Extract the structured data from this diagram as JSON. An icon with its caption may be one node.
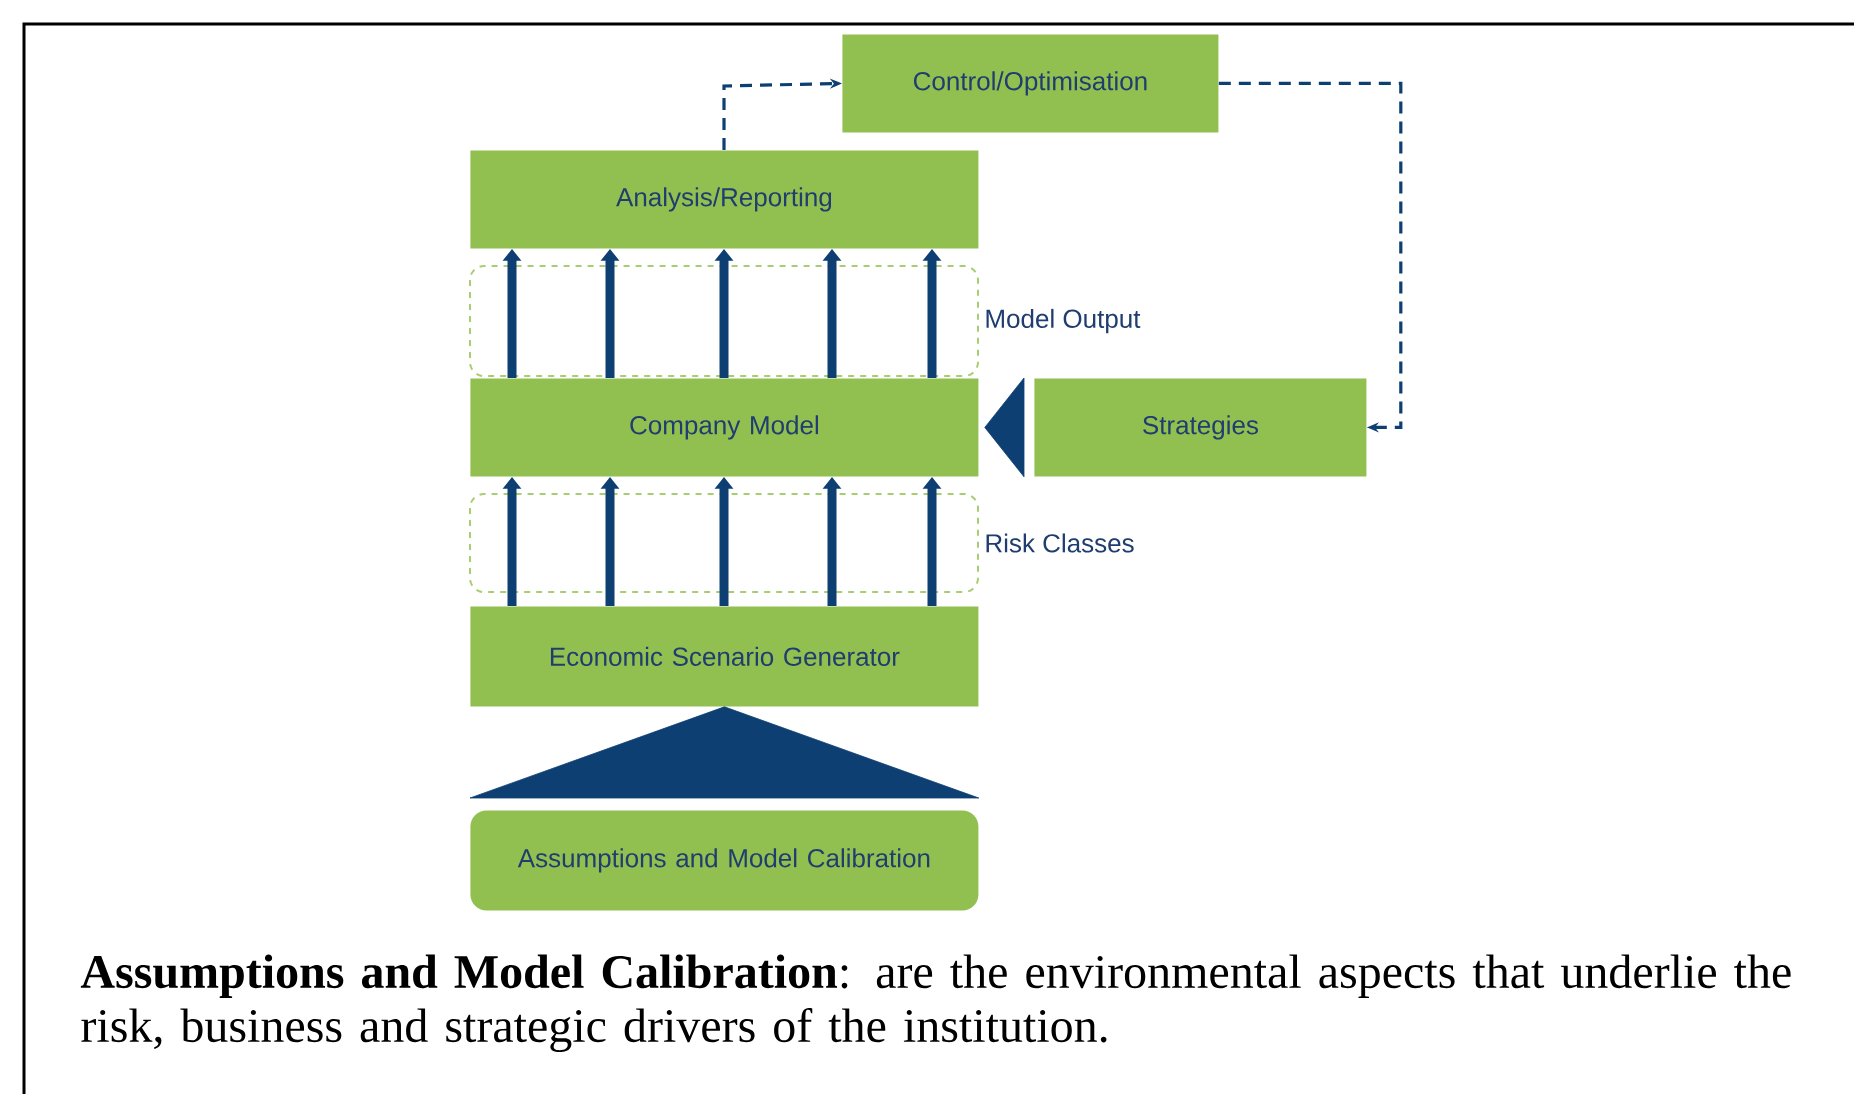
{
  "diagram": {
    "caption": "**Assumptions and Model Calibration**: are the environmental aspects that underlie the risk, business and strategic drivers of the institution.",
    "nodes": [
      {
        "text": [
          "Control/Optimisation"
        ]
      },
      {
        "text": [
          "Analysis/Reporting"
        ]
      },
      {
        "text": [
          "Company Model"
        ]
      },
      {
        "text": [
          "Strategies"
        ]
      },
      {
        "text": [
          "Economic Scenario Generator"
        ]
      },
      {
        "text": [
          "Assumptions and Model Calibration"
        ]
      }
    ],
    "edges": [
      {
        "from": 1,
        "to": 0,
        "arrow": "to",
        "style": "dashed"
      },
      {
        "from": 0,
        "to": 3,
        "arrow": "to",
        "style": "dashed"
      },
      {
        "from": 2,
        "to": 1,
        "arrow": "to"
      },
      {
        "from": 2,
        "to": 1,
        "arrow": "to"
      },
      {
        "from": 2,
        "to": 1,
        "arrow": "to"
      },
      {
        "from": 2,
        "to": 1,
        "arrow": "to"
      },
      {
        "from": 2,
        "to": 1,
        "arrow": "to"
      },
      {
        "from": 4,
        "to": 2,
        "arrow": "to"
      },
      {
        "from": 4,
        "to": 2,
        "arrow": "to"
      },
      {
        "from": 4,
        "to": 2,
        "arrow": "to"
      },
      {
        "from": 4,
        "to": 2,
        "arrow": "to"
      },
      {
        "from": 4,
        "to": 2,
        "arrow": "to"
      },
      {
        "from": 3,
        "to": 2,
        "arrow": "to"
      },
      {
        "from": 5,
        "to": 4,
        "arrow": "to"
      }
    ],
    "labels": [
      "Model Output",
      "Risk Classes"
    ]
  }
}
